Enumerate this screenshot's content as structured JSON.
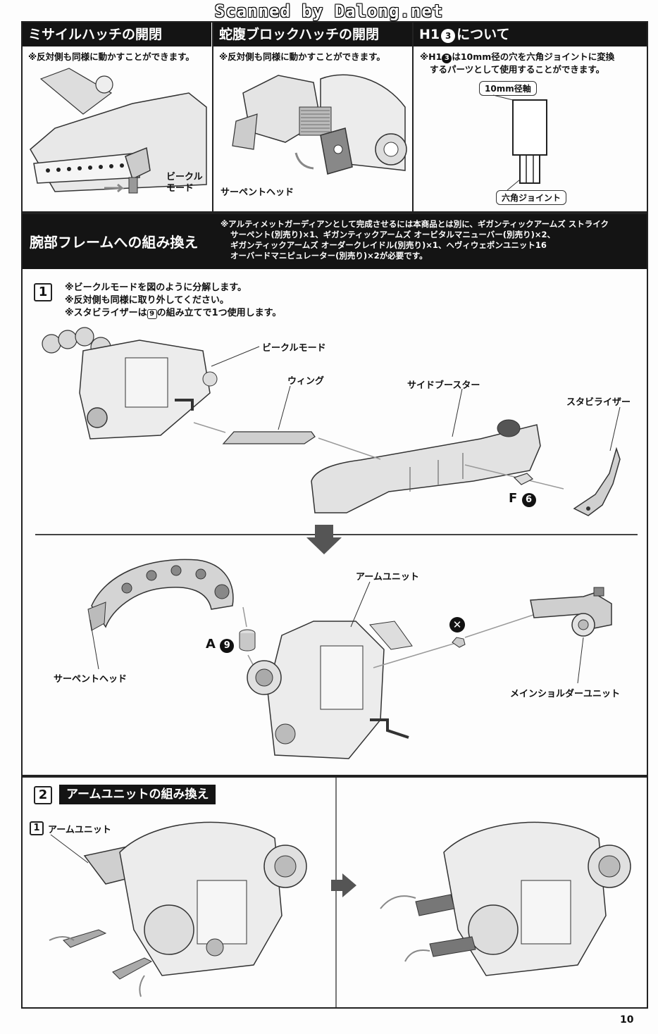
{
  "watermark": "Scanned by Dalong.net",
  "page_number": "10",
  "top": {
    "missile_hatch": {
      "title": "ミサイルハッチの開閉",
      "note": "※反対側も同様に動かすことができます。",
      "label": "ビークル\nモード"
    },
    "belly_hatch": {
      "title": "蛇腹ブロックハッチの開閉",
      "note": "※反対側も同様に動かすことができます。",
      "label": "サーペントヘッド"
    },
    "h1": {
      "title_prefix": "H1",
      "title_num": "3",
      "title_suffix": "について",
      "note_prefix": "※H1",
      "note_num": "3",
      "note_line1": "は10mm径の穴を六角ジョイントに変換",
      "note_line2": "するパーツとして使用することができます。",
      "shaft_label": "10mm径軸",
      "joint_label": "六角ジョイント"
    }
  },
  "arm_frame": {
    "title": "腕部フレームへの組み換え",
    "notes": [
      "※アルティメットガーディアンとして完成させるには本商品とは別に、ギガンティックアームズ ストライク",
      "サーペント(別売り)×1、ギガンティックアームズ オービタルマニューバー(別売り)×2、",
      "ギガンティックアームズ オーダークレイドル(別売り)×1、ヘヴィウェポンユニット16",
      "オーバードマニピュレーター(別売り)×2が必要です。"
    ]
  },
  "step1": {
    "number": "1",
    "notes": [
      "※ビークルモードを図のように分解します。",
      "※反対側も同様に取り外してください。",
      "※スタビライザーは"
    ],
    "note3_box": "9",
    "note3_suffix": "の組み立てで1つ使用します。",
    "labels": {
      "vehicle_mode": "ビークルモード",
      "wing": "ウィング",
      "side_booster": "サイドブースター",
      "stabilizer": "スタビライザー",
      "f_part": "F",
      "f_num": "6",
      "arm_unit": "アームユニット",
      "a_part": "A",
      "a_num": "9",
      "serpent_head": "サーペントヘッド",
      "main_shoulder": "メインショルダーユニット"
    }
  },
  "step2": {
    "number": "2",
    "title": "アームユニットの組み換え",
    "sub_number": "1",
    "sub_label": "アームユニット"
  }
}
